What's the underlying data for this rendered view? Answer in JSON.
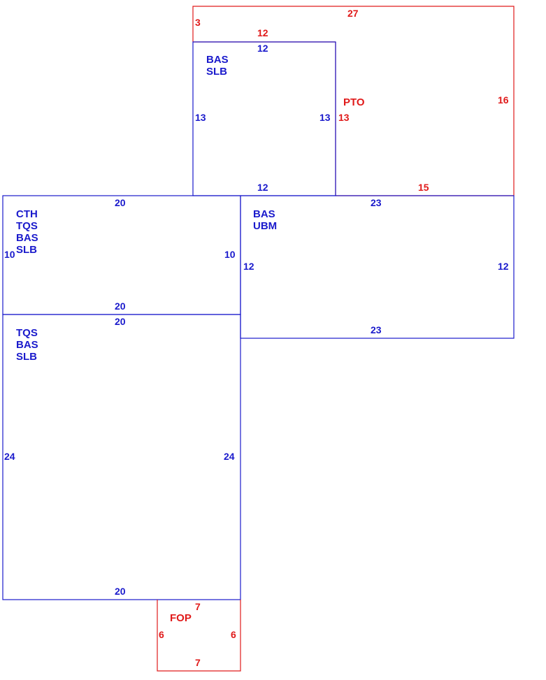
{
  "colors": {
    "background": "#ffffff",
    "blue": "#1a1acc",
    "red": "#e01a1a"
  },
  "rooms": [
    {
      "id": "pto",
      "color": "red",
      "name_lines": [
        "PTO"
      ],
      "dims": {
        "top": "27",
        "left": "3",
        "right": "16",
        "bottom": "15",
        "inner_top": "12",
        "inner_left": "13"
      }
    },
    {
      "id": "bas-slb-upper",
      "color": "blue",
      "name_lines": [
        "BAS",
        "SLB"
      ],
      "dims": {
        "top": "12",
        "left": "13",
        "right": "13",
        "bottom": "12"
      }
    },
    {
      "id": "cth-tqs-bas-slb",
      "color": "blue",
      "name_lines": [
        "CTH",
        "TQS",
        "BAS",
        "SLB"
      ],
      "dims": {
        "top": "20",
        "left": "10",
        "right": "10",
        "bottom": "20"
      }
    },
    {
      "id": "bas-ubm",
      "color": "blue",
      "name_lines": [
        "BAS",
        "UBM"
      ],
      "dims": {
        "top": "23",
        "left": "12",
        "right": "12",
        "bottom": "23"
      }
    },
    {
      "id": "tqs-bas-slb",
      "color": "blue",
      "name_lines": [
        "TQS",
        "BAS",
        "SLB"
      ],
      "dims": {
        "top": "20",
        "left": "24",
        "right": "24",
        "bottom": "20"
      }
    },
    {
      "id": "fop",
      "color": "red",
      "name_lines": [
        "FOP"
      ],
      "dims": {
        "top": "7",
        "left": "6",
        "right": "6",
        "bottom": "7"
      }
    }
  ]
}
